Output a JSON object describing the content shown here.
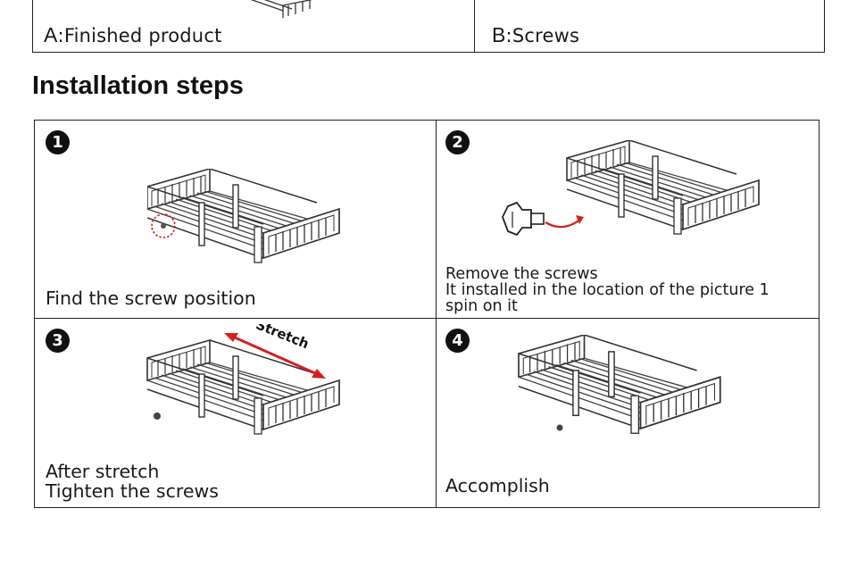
{
  "parts": {
    "a_letter": "A",
    "a_label": ":Finished product",
    "b_letter": "B",
    "b_label": ":Screws"
  },
  "section_title": "Installation steps",
  "steps": [
    {
      "number": "1",
      "lines": [
        "Find the screw position"
      ]
    },
    {
      "number": "2",
      "lines": [
        "Remove the screws",
        "It installed in the location of the picture 1",
        "spin on it"
      ]
    },
    {
      "number": "3",
      "lines": [
        "After stretch",
        "Tighten the screws"
      ],
      "annotation": "Stretch"
    },
    {
      "number": "4",
      "lines": [
        "Accomplish"
      ]
    }
  ],
  "colors": {
    "border": "#222222",
    "accent_red": "#d42020",
    "ink": "#1a1a1a"
  }
}
